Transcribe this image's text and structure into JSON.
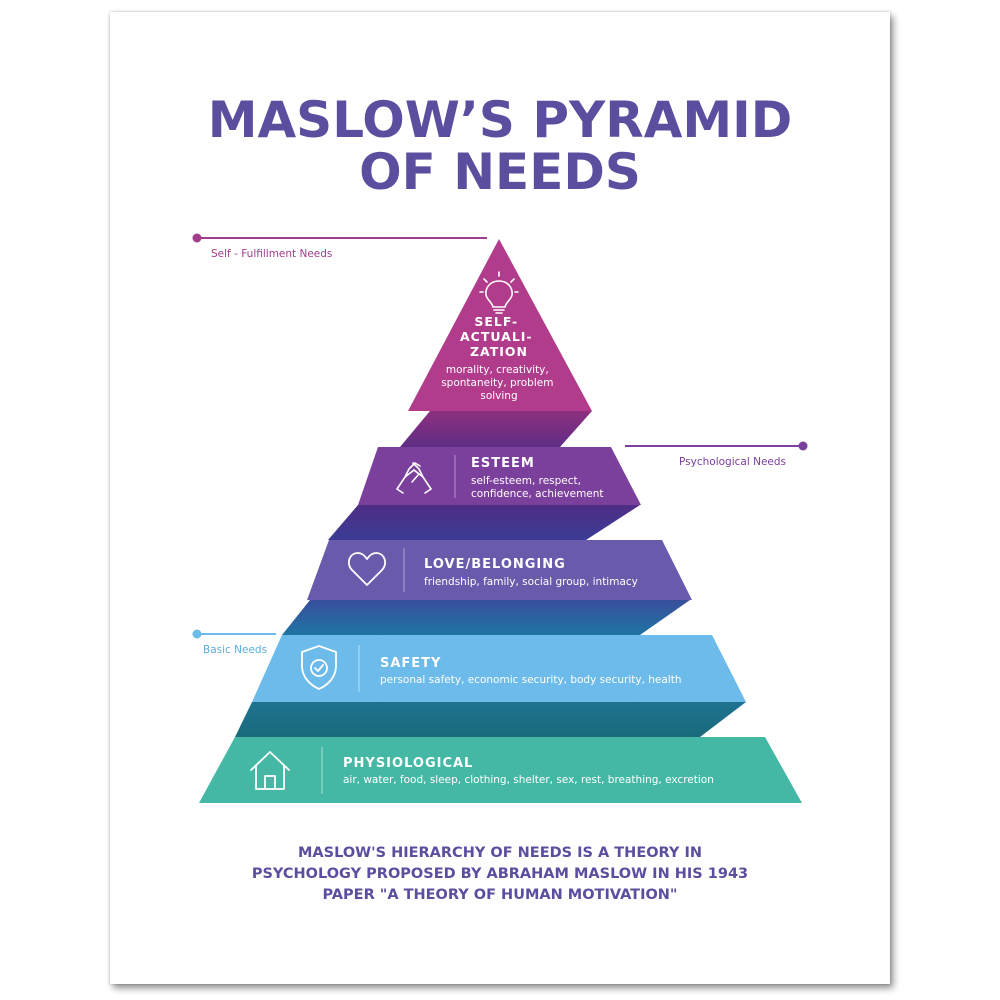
{
  "title": {
    "line1": "MASLOW’S PYRAMID",
    "line2": "OF NEEDS"
  },
  "categories": {
    "self_fulfillment": "Self - Fulfillment Needs",
    "psychological": "Psychological Needs",
    "basic": "Basic Needs"
  },
  "levels": {
    "self_actualization": {
      "name_lines": [
        "SELF-",
        "ACTUALI-",
        "ZATION"
      ],
      "desc_lines": [
        "morality, creativity,",
        "spontaneity, problem",
        "solving"
      ],
      "icon": "lightbulb-icon",
      "color": "#b13c8c"
    },
    "esteem": {
      "name": "ESTEEM",
      "desc_lines": [
        "self-esteem, respect,",
        "confidence, achievement"
      ],
      "icon": "handshake-icon",
      "color": "#7b3f9c"
    },
    "love": {
      "name": "LOVE/BELONGING",
      "desc": "friendship, family, social group, intimacy",
      "icon": "heart-icon",
      "color": "#6a5aab"
    },
    "safety": {
      "name": "SAFETY",
      "desc": "personal safety, economic security, body security, health",
      "icon": "shield-check-icon",
      "color": "#6cbbea"
    },
    "physiological": {
      "name": "PHYSIOLOGICAL",
      "desc": "air, water, food, sleep, clothing, shelter, sex, rest, breathing, excretion",
      "icon": "house-icon",
      "color": "#44b8a5"
    }
  },
  "colors": {
    "title": "#5c4e9f",
    "self_fulfillment_line": "#a23d8b",
    "psychological_line": "#7b3f9c",
    "basic_line": "#6cbbea"
  },
  "footer": {
    "line1": "MASLOW'S HIERARCHY OF NEEDS IS A THEORY IN",
    "line2": "PSYCHOLOGY PROPOSED BY ABRAHAM MASLOW  IN HIS 1943",
    "line3": "PAPER \"A THEORY OF HUMAN MOTIVATION\""
  }
}
